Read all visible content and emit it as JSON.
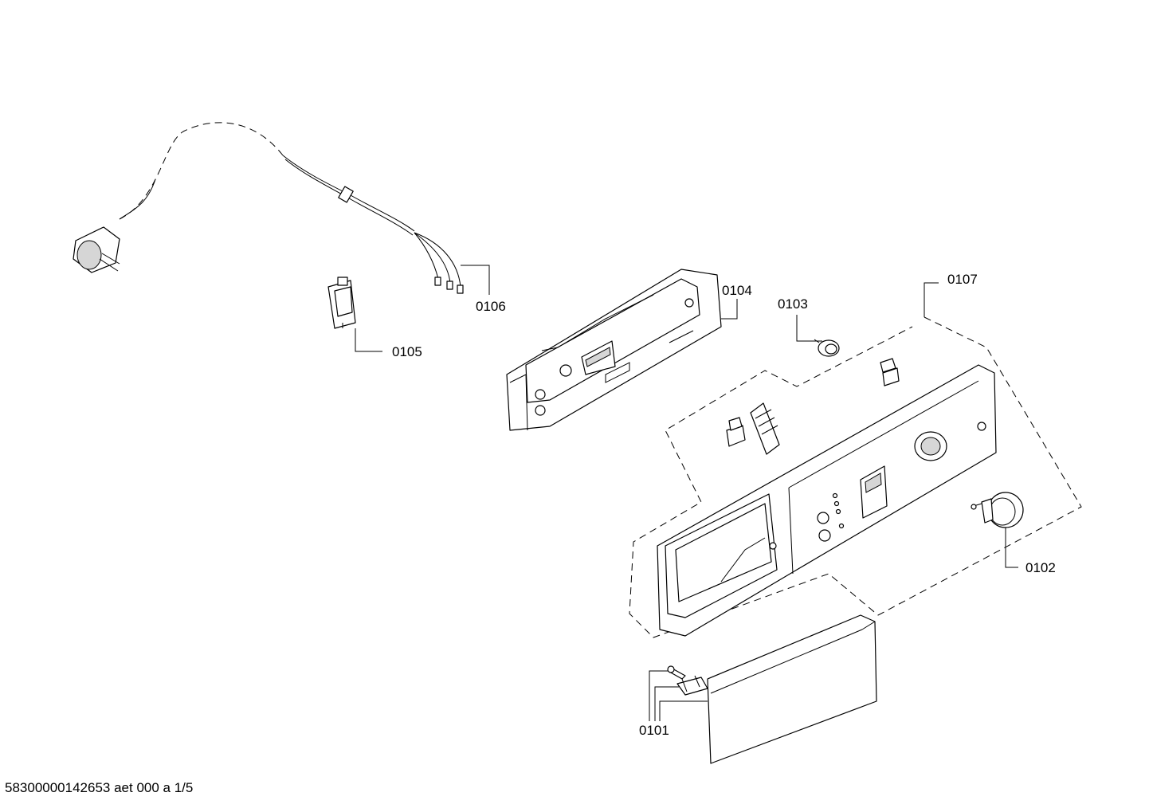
{
  "callouts": {
    "p0101": "0101",
    "p0102": "0102",
    "p0103": "0103",
    "p0104": "0104",
    "p0105": "0105",
    "p0106": "0106",
    "p0107": "0107"
  },
  "footer": {
    "doc_ref": "58300000142653 aet 000 a 1/5"
  }
}
